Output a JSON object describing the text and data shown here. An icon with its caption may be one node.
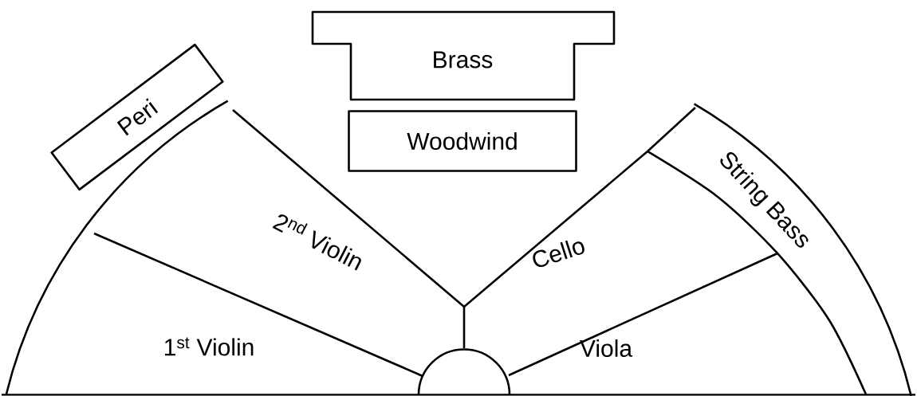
{
  "diagram": {
    "nodes": [
      {
        "text": [
          "Brass"
        ]
      },
      {
        "text": [
          "Woodwind"
        ]
      },
      {
        "text": [
          "Peri"
        ]
      },
      {
        "text": [
          "2$^{nd}$ Violin"
        ]
      },
      {
        "text": [
          "1$^{st}$ Violin"
        ]
      },
      {
        "text": [
          "Cello"
        ]
      },
      {
        "text": [
          "String Bass"
        ]
      },
      {
        "text": [
          "Viola"
        ]
      }
    ]
  }
}
